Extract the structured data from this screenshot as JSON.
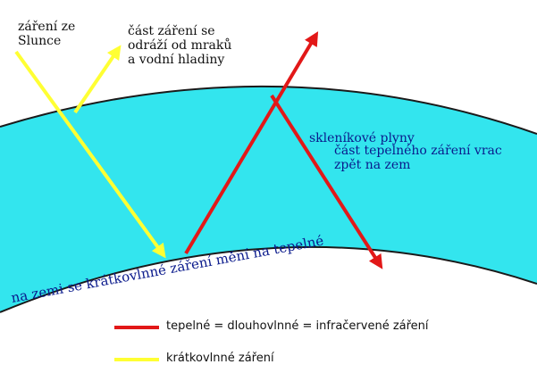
{
  "colors": {
    "sky": "#ffffff",
    "greenhouse_layer": "#33e5ee",
    "layer_edge": "#1a1a1a",
    "shortwave": "#ffff33",
    "longwave": "#e21818"
  },
  "labels": {
    "sun_radiation_line1": "záření ze",
    "sun_radiation_line2": "Slunce",
    "reflected_line1": "část záření se",
    "reflected_line2": "odráží od mraků",
    "reflected_line3": "a vodní hladiny",
    "greenhouse_gases": "skleníkové plyny",
    "returned_line1": "část tepelného záření vrac",
    "returned_line2": "zpět na zem",
    "ground_conversion": "na zemi se krátkovlnné záření mění na tepelné"
  },
  "legend": {
    "longwave_label": "tepelné = dlouhovlnné = infračervené záření",
    "shortwave_label": "krátkovlnné záření"
  }
}
